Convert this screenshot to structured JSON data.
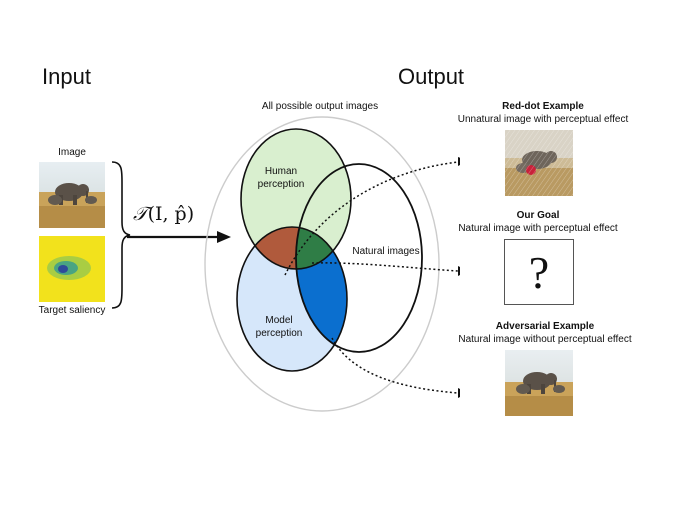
{
  "input_heading": "Input",
  "output_heading": "Output",
  "input": {
    "image_label": "Image",
    "saliency_label": "Target saliency"
  },
  "transform": {
    "formula_symbol": "𝒯",
    "formula_args": "(I, p̂)"
  },
  "venn": {
    "universe_label": "All possible output images",
    "human_label_1": "Human",
    "human_label_2": "perception",
    "natural_label": "Natural images",
    "model_label_1": "Model",
    "model_label_2": "perception"
  },
  "outputs": [
    {
      "title": "Red-dot Example",
      "subtitle": "Unnatural image with perceptual effect"
    },
    {
      "title": "Our Goal",
      "subtitle": "Natural image with perceptual effect",
      "placeholder": "?"
    },
    {
      "title": "Adversarial Example",
      "subtitle": "Natural image without perceptual effect"
    }
  ],
  "colors": {
    "human_fill": "#d9efcf",
    "model_fill": "#d6e7fa",
    "human_model_overlap": "#b05a3c",
    "all_three_overlap": "#2f7d46",
    "model_natural_overlap": "#0b6fcf",
    "saliency_bg": "#f2e21c"
  }
}
